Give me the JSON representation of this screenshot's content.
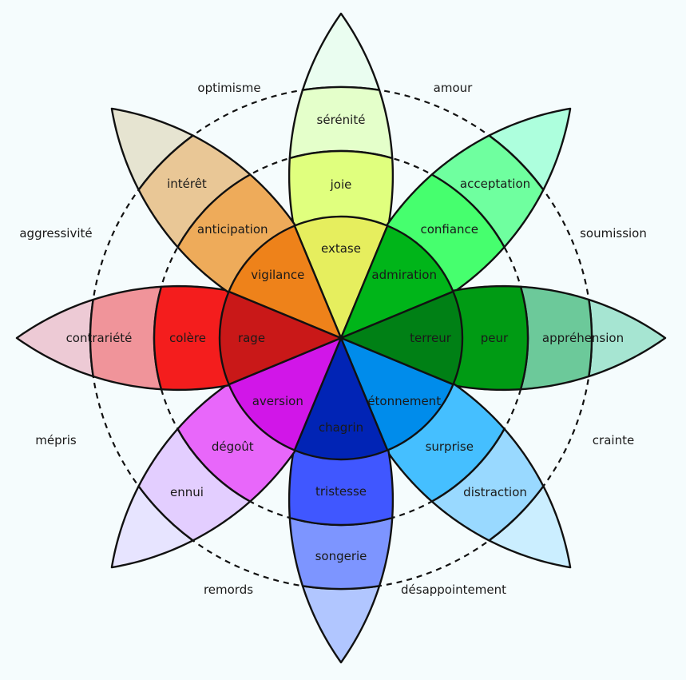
{
  "wheel": {
    "petals": [
      {
        "labels": [
          "extase",
          "joie",
          "sérénité"
        ],
        "colors": [
          "#e6ee5e",
          "#e0ff7e",
          "#e4ffca",
          "#eafdf0"
        ]
      },
      {
        "labels": [
          "admiration",
          "confiance",
          "acceptation"
        ],
        "colors": [
          "#00b519",
          "#46ff6e",
          "#6fff9f",
          "#adffdd"
        ]
      },
      {
        "labels": [
          "terreur",
          "peur",
          "appréhension"
        ],
        "colors": [
          "#008015",
          "#009b14",
          "#6cc99a",
          "#a6e5d2"
        ]
      },
      {
        "labels": [
          "étonnement",
          "surprise",
          "distraction"
        ],
        "colors": [
          "#008ceb",
          "#45bfff",
          "#99d9ff",
          "#cbeeff"
        ]
      },
      {
        "labels": [
          "chagrin",
          "tristesse",
          "songerie"
        ],
        "colors": [
          "#0124b5",
          "#4057ff",
          "#7d95ff",
          "#b1c6ff"
        ]
      },
      {
        "labels": [
          "aversion",
          "dégoût",
          "ennui"
        ],
        "colors": [
          "#d116e8",
          "#e867fa",
          "#e3ceff",
          "#e7e4ff"
        ]
      },
      {
        "labels": [
          "rage",
          "colère",
          "contrariété"
        ],
        "colors": [
          "#c91818",
          "#f41d1d",
          "#f0949a",
          "#edcad5"
        ]
      },
      {
        "labels": [
          "vigilance",
          "anticipation",
          "intérêt"
        ],
        "colors": [
          "#ee821a",
          "#eeab5a",
          "#e9c796",
          "#e6e4d1"
        ]
      }
    ],
    "dyads": [
      "amour",
      "soumission",
      "crainte",
      "désappointement",
      "remords",
      "mépris",
      "aggressivité",
      "optimisme"
    ]
  }
}
